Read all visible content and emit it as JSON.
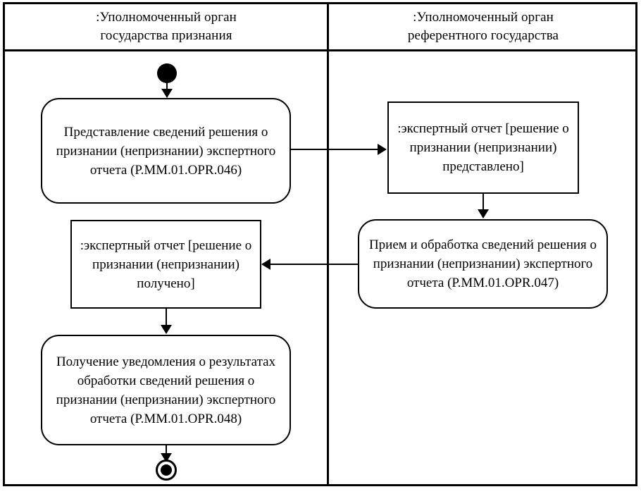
{
  "diagram": {
    "type": "uml-activity-diagram",
    "lanes": [
      {
        "id": "left",
        "title": ":Уполномоченный орган\nгосударства признания"
      },
      {
        "id": "right",
        "title": ":Уполномоченный орган\nреферентного государства"
      }
    ],
    "nodes": {
      "start": {
        "kind": "initial-node",
        "lane": "left"
      },
      "action_046": {
        "kind": "action",
        "lane": "left",
        "text": "Представление сведений решения о признании (непризнании) экспертного отчета (Р.ММ.01.OPR.046)"
      },
      "object_submitted": {
        "kind": "object-node",
        "lane": "right",
        "text": ":экспертный отчет [решение о признании (непризнании) представлено]"
      },
      "action_047": {
        "kind": "action",
        "lane": "right",
        "text": "Прием и обработка сведений решения о признании (непризнании) экспертного отчета (Р.ММ.01.OPR.047)"
      },
      "object_received": {
        "kind": "object-node",
        "lane": "left",
        "text": ":экспертный отчет [решение о признании (непризнании) получено]"
      },
      "action_048": {
        "kind": "action",
        "lane": "left",
        "text": "Получение уведомления о результатах обработки сведений решения о признании (непризнании) экспертного отчета (Р.ММ.01.OPR.048)"
      },
      "end": {
        "kind": "final-node",
        "lane": "left"
      }
    },
    "edges": [
      {
        "from": "start",
        "to": "action_046",
        "direction": "down"
      },
      {
        "from": "action_046",
        "to": "object_submitted",
        "direction": "right"
      },
      {
        "from": "object_submitted",
        "to": "action_047",
        "direction": "down"
      },
      {
        "from": "action_047",
        "to": "object_received",
        "direction": "left"
      },
      {
        "from": "object_received",
        "to": "action_048",
        "direction": "down"
      },
      {
        "from": "action_048",
        "to": "end",
        "direction": "down"
      }
    ],
    "colors": {
      "stroke": "#000000",
      "background": "#ffffff",
      "text": "#000000"
    }
  }
}
